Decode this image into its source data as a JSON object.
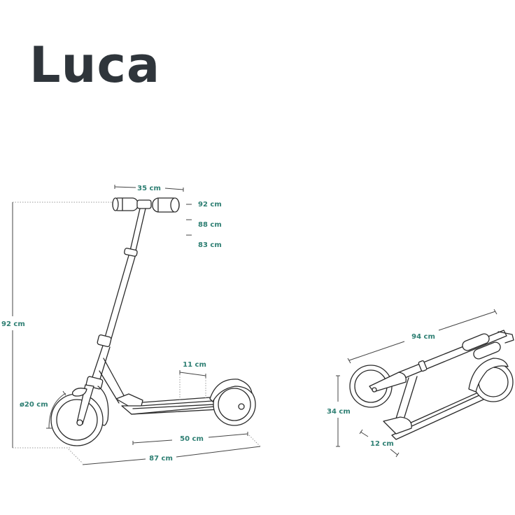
{
  "title": "Luca",
  "colors": {
    "title": "#2f353b",
    "dimension_text": "#2e7f73",
    "line_art": "#2a2a2a"
  },
  "side_view": {
    "handlebar_width": "35 cm",
    "height_positions": [
      "92 cm",
      "88 cm",
      "83 cm"
    ],
    "total_height": "92 cm",
    "wheel_diameter": "ø20 cm",
    "deck_width": "11 cm",
    "deck_length": "50 cm",
    "total_length": "87 cm"
  },
  "folded_view": {
    "folded_length": "94 cm",
    "folded_height": "34 cm",
    "folded_width": "12 cm"
  }
}
